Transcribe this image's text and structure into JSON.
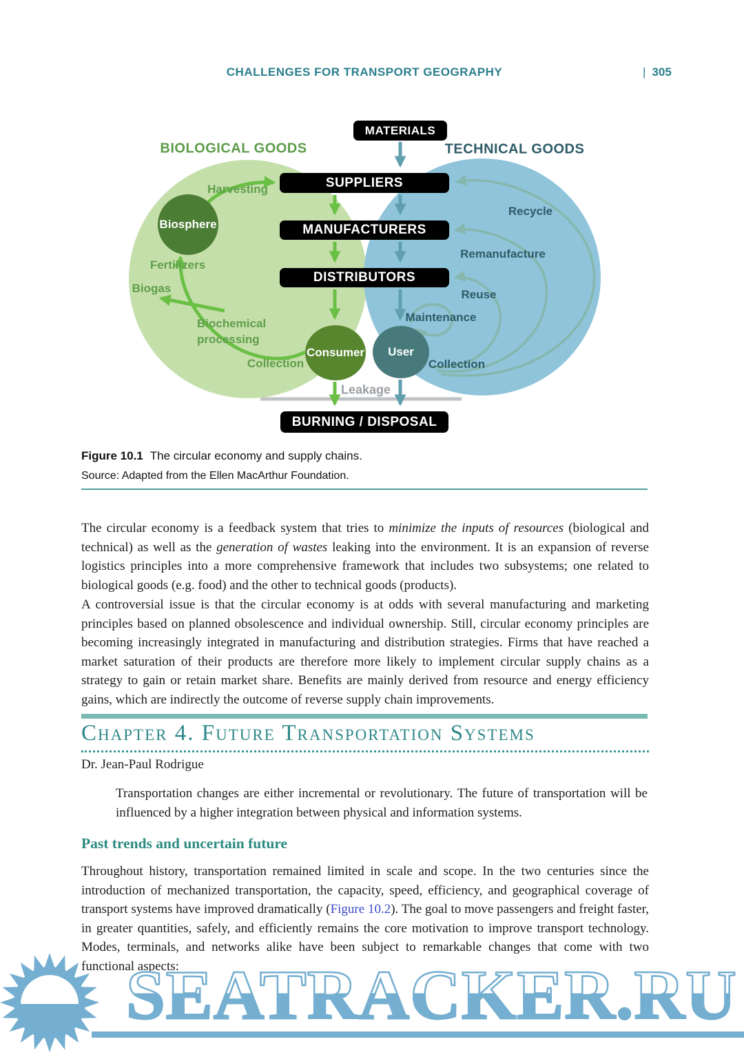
{
  "header": {
    "title": "CHALLENGES FOR TRANSPORT GEOGRAPHY",
    "separator": "|",
    "page_number": "305"
  },
  "figure": {
    "regions": {
      "left": "BIOLOGICAL GOODS",
      "right": "TECHNICAL GOODS"
    },
    "boxes": {
      "materials": "MATERIALS",
      "suppliers": "SUPPLIERS",
      "manufacturers": "MANUFACTURERS",
      "distributors": "DISTRIBUTORS",
      "burning": "BURNING / DISPOSAL"
    },
    "nodes": {
      "biosphere": "Biosphere",
      "consumer": "Consumer",
      "user": "User"
    },
    "labels": {
      "harvesting": "Harvesting",
      "fertilizers": "Fertilizers",
      "biogas": "Biogas",
      "biochemical": "Biochemical processing",
      "collection_bio": "Collection",
      "recycle": "Recycle",
      "remanufacture": "Remanufacture",
      "reuse": "Reuse",
      "maintenance": "Maintenance",
      "collection_tech": "Collection",
      "leakage": "Leakage"
    },
    "caption": {
      "label": "Figure 10.1",
      "text": "The circular economy and supply chains.",
      "source": "Source: Adapted from the Ellen MacArthur Foundation."
    },
    "colors": {
      "bio_region": "#c5dfab",
      "tech_region": "#8fc4da",
      "biosphere": "#4c7d35",
      "consumer": "#57862f",
      "user": "#487a7b",
      "green_arrow": "#6abf45",
      "teal_arrow": "#5f9fae",
      "arc_arrow": "#85b7ad",
      "bio_label": "#5f9e4a",
      "tech_label": "#2e5b68",
      "leakage_gray": "#9b9fa3"
    }
  },
  "body": {
    "para1_segments": [
      {
        "t": "The circular economy is a feedback system that tries to "
      },
      {
        "t": "minimize the inputs of resources",
        "style": "italic"
      },
      {
        "t": " (biological and technical) as well as the "
      },
      {
        "t": "generation of wastes",
        "style": "italic"
      },
      {
        "t": " leaking into the environment. It is an expansion of reverse logistics principles into a more comprehensive framework that includes two subsystems; one related to biological goods (e.g. food) and the other to technical goods (products)."
      }
    ],
    "para2": "A controversial issue is that the circular economy is at odds with several manufacturing and marketing principles based on planned obsolescence and individual ownership. Still, circular economy principles are becoming increasingly integrated in manufacturing and distribution strategies. Firms that have reached a market saturation of their products are therefore more likely to implement circular supply chains as a strategy to gain or retain market share. Benefits are mainly derived from resource and energy efficiency gains, which are indirectly the outcome of reverse supply chain improvements.",
    "para3_segments": [
      {
        "t": "Throughout history, transportation remained limited in scale and scope. In the two centuries since the introduction of mechanized transportation, the capacity, speed, efficiency, and geographical coverage of transport systems have improved dramatically ("
      },
      {
        "t": "Figure 10.2",
        "style": "link"
      },
      {
        "t": "). The goal to move passengers and freight faster, in greater quantities, safely, and efficiently remains the core motivation to improve transport technology. Modes, terminals, and networks alike have been subject to remarkable changes that come with two functional aspects:"
      }
    ]
  },
  "chapter": {
    "title": "Chapter 4. Future Transportation Systems",
    "author": "Dr. Jean-Paul Rodrigue",
    "quote": "Transportation changes are either incremental or revolutionary. The future of transportation will be influenced by a higher integration between physical and information systems.",
    "subheading": "Past trends and uncertain future"
  },
  "watermark": {
    "text": "SEATRACKER.RU",
    "color": "#74aed0"
  }
}
